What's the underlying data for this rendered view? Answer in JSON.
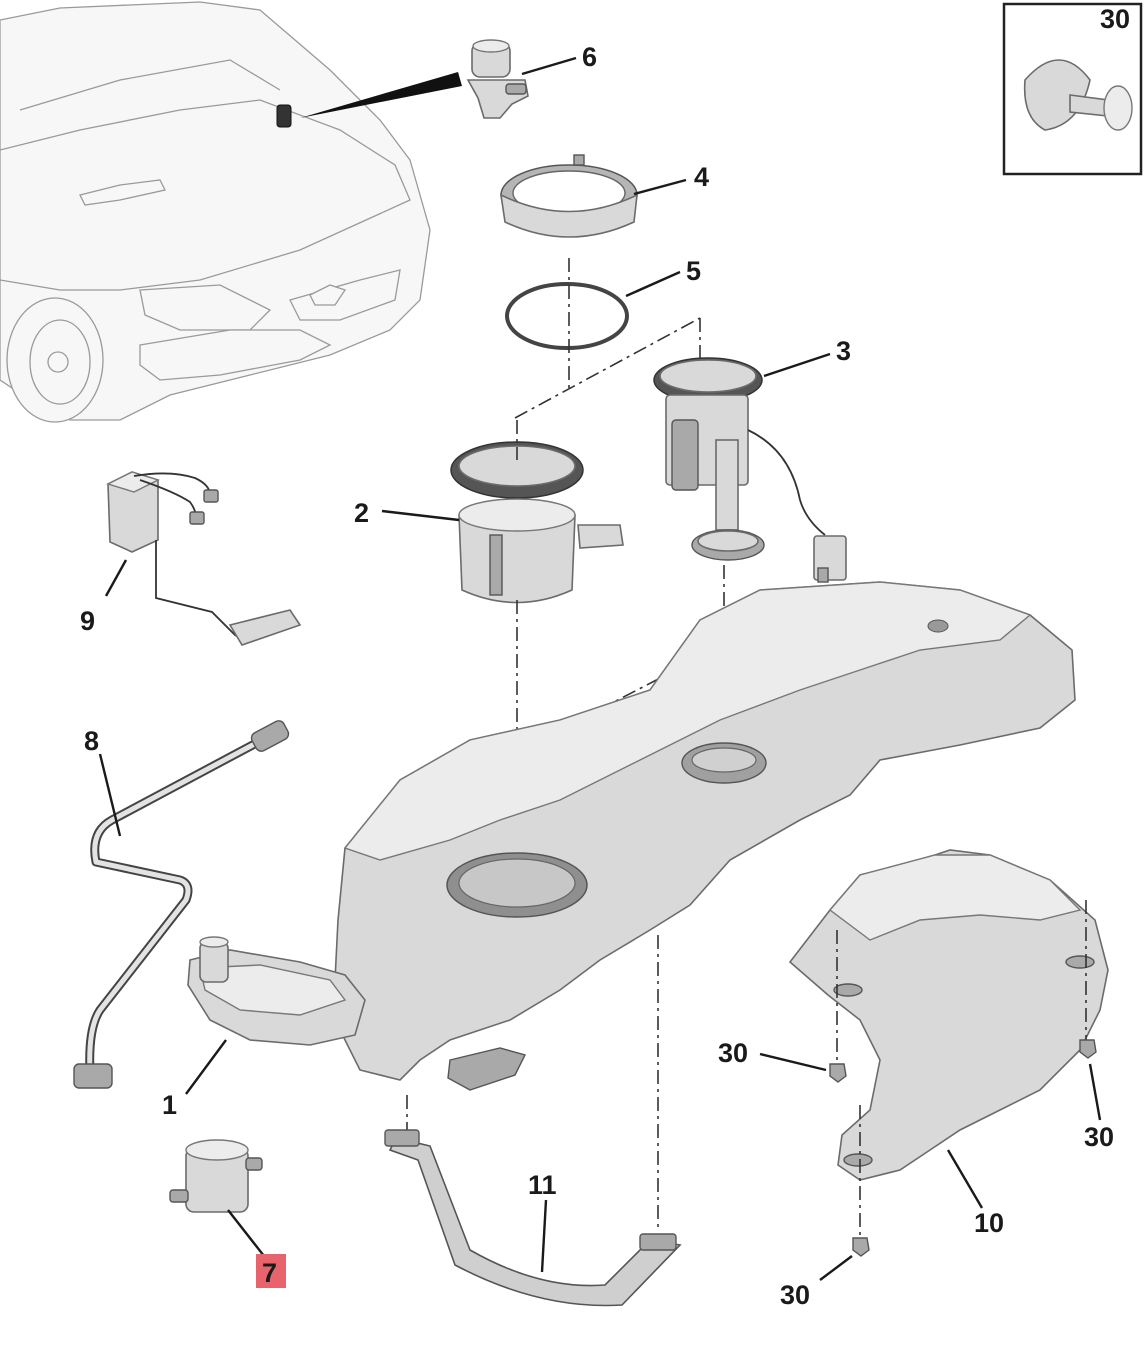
{
  "callouts": {
    "c1": "1",
    "c2": "2",
    "c3": "3",
    "c4": "4",
    "c5": "5",
    "c6": "6",
    "c7": "7",
    "c8": "8",
    "c9": "9",
    "c10": "10",
    "c11": "11",
    "c30_inset": "30",
    "c30_left": "30",
    "c30_right": "30",
    "c30_bottom": "30"
  },
  "highlight": {
    "color": "#e8646d",
    "callout": "7"
  },
  "colors": {
    "part_fill": "#d9d9d9",
    "outline": "#6b6b6b",
    "label": "#1a1a1a"
  }
}
